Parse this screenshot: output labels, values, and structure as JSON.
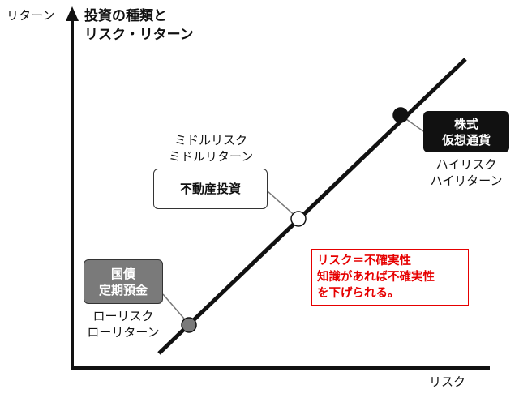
{
  "title": {
    "line1": "投資の種類と",
    "line2": "リスク・リターン"
  },
  "axes": {
    "y_label": "リターン",
    "x_label": "リスク"
  },
  "low": {
    "box": {
      "line1": "国債",
      "line2": "定期預金"
    },
    "caption": {
      "line1": "ローリスク",
      "line2": "ローリターン"
    },
    "color": "#7a7a7a"
  },
  "middle": {
    "box": {
      "line1": "不動産投資"
    },
    "caption": {
      "line1": "ミドルリスク",
      "line2": "ミドルリターン"
    },
    "color": "#ffffff"
  },
  "high": {
    "box": {
      "line1": "株式",
      "line2": "仮想通貨"
    },
    "caption": {
      "line1": "ハイリスク",
      "line2": "ハイリターン"
    },
    "color": "#111111"
  },
  "note": {
    "line1": "リスク＝不確実性",
    "line2": "知識があれば不確実性",
    "line3": "を下げられる。",
    "color": "#e60000"
  }
}
